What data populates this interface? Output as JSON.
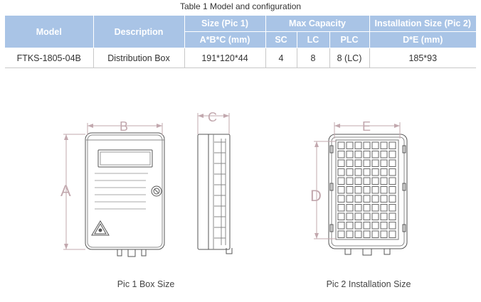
{
  "caption": "Table 1 Model and configuration",
  "table": {
    "headers": {
      "model": "Model",
      "description": "Description",
      "size": "Size (Pic 1)",
      "size_sub": "A*B*C (mm)",
      "max_capacity": "Max Capacity",
      "sc": "SC",
      "lc": "LC",
      "plc": "PLC",
      "installation": "Installation Size (Pic 2)",
      "installation_sub": "D*E (mm)"
    },
    "row": {
      "model": "FTKS-1805-04B",
      "description": "Distribution Box",
      "size": "191*120*44",
      "sc": "4",
      "lc": "8",
      "plc": "8 (LC)",
      "installation": "185*93"
    }
  },
  "figures": {
    "pic1_label": "Pic 1 Box Size",
    "pic2_label": "Pic 2 Installation Size",
    "dim_a": "A",
    "dim_b": "B",
    "dim_c": "C",
    "dim_d": "D",
    "dim_e": "E"
  },
  "colors": {
    "header_bg": "#a9c4e6",
    "dimension_line": "#c2a8ae",
    "drawing_line": "#555555"
  }
}
